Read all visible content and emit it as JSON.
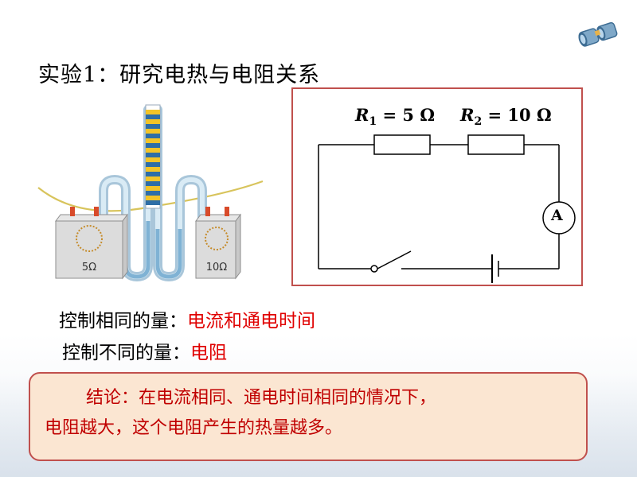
{
  "title": "实验1：研究电热与电阻关系",
  "apparatus": {
    "left_label": "5Ω",
    "right_label": "10Ω"
  },
  "circuit": {
    "r1_symbol": "R",
    "r1_sub": "1",
    "r1_value": " = 5 Ω",
    "r2_symbol": "R",
    "r2_sub": "2",
    "r2_value": " = 10 Ω",
    "ammeter": "A"
  },
  "control": {
    "same_label": "控制相同的量：",
    "same_value": "电流和通电时间",
    "diff_label": "控制不同的量：",
    "diff_value": "电阻"
  },
  "conclusion": {
    "line1": "结论：在电流相同、通电时间相同的情况下，",
    "line2": "电阻越大，这个电阻产生的热量越多。"
  },
  "colors": {
    "accent_red": "#e00000",
    "border": "#c0504d",
    "box_fill": "#fbe6d2"
  }
}
